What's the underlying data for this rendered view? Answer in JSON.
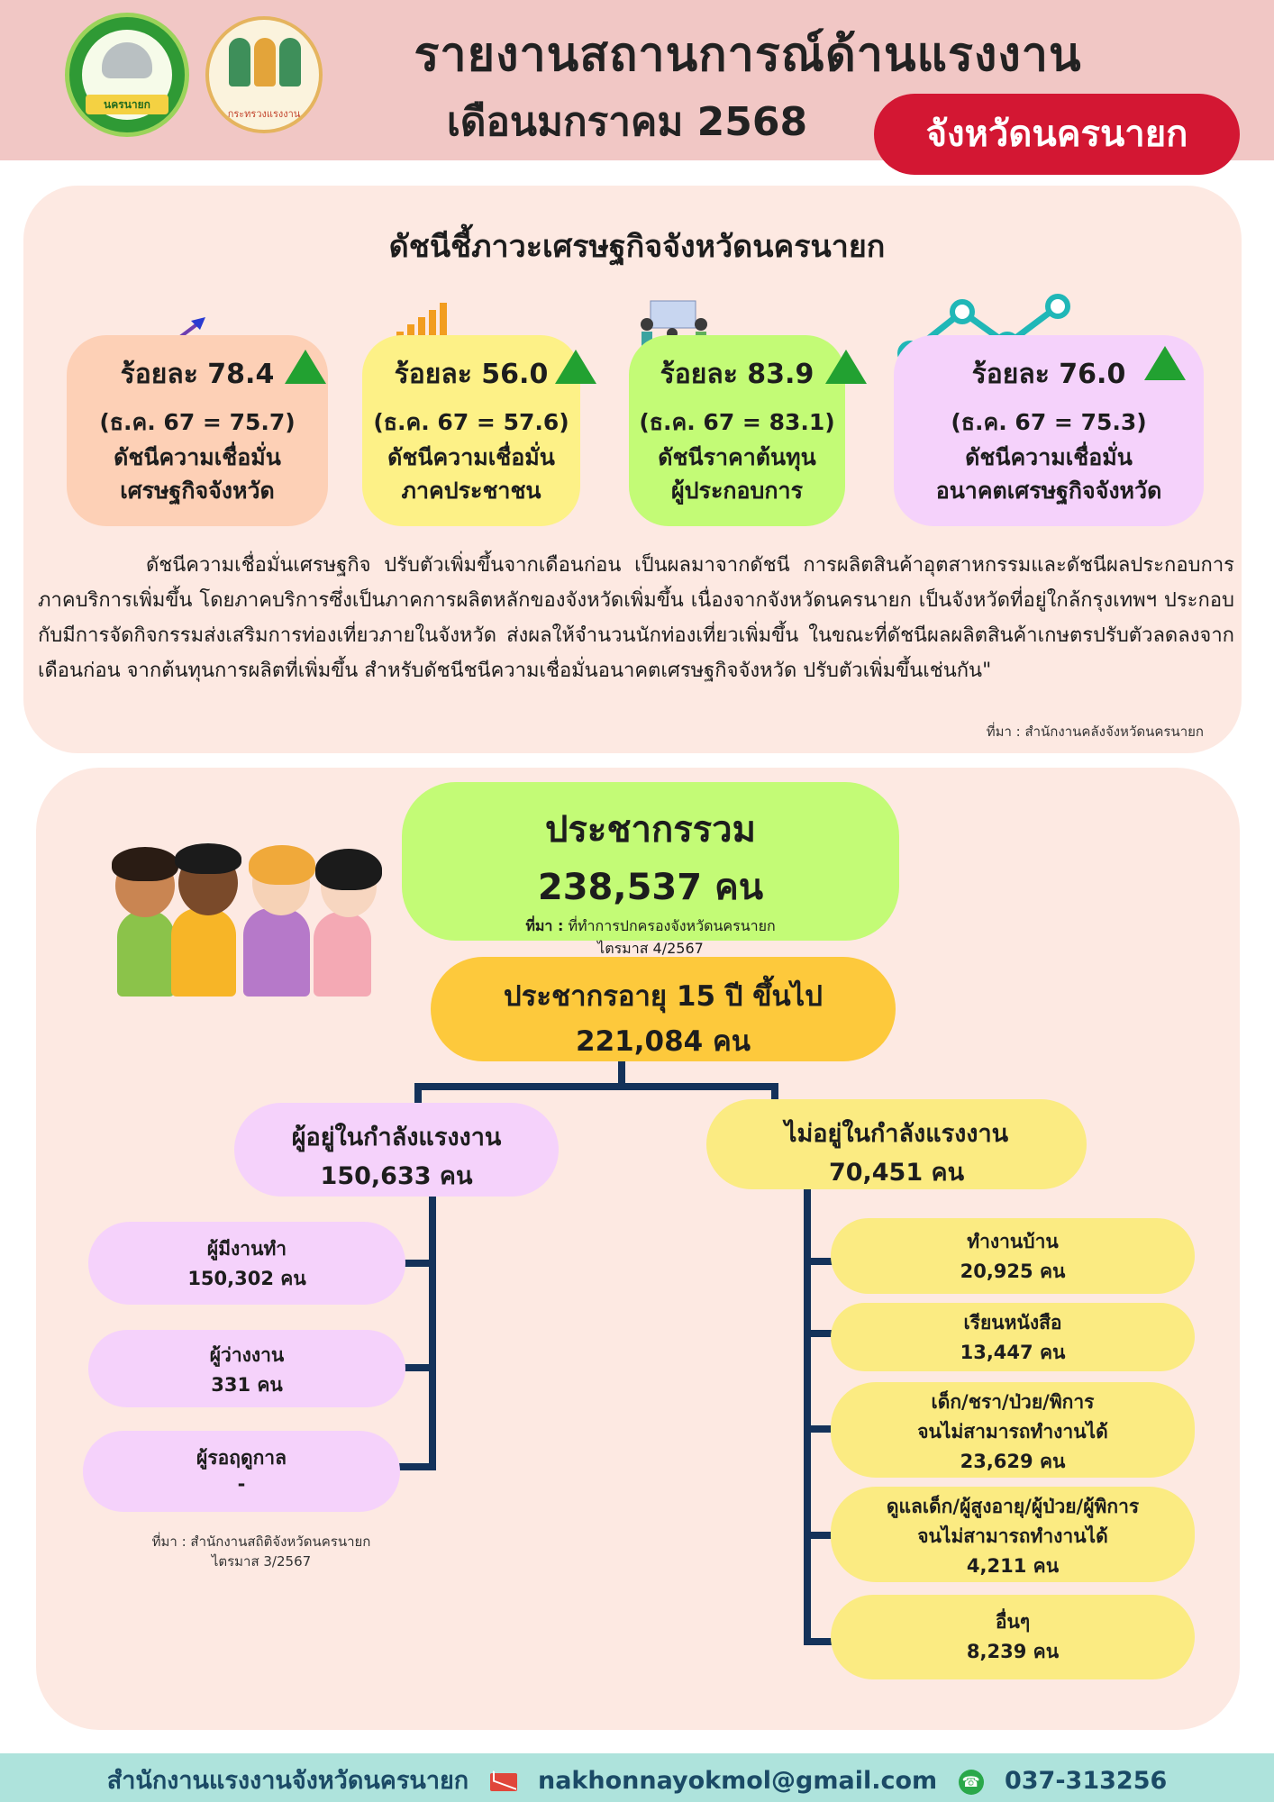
{
  "header": {
    "logo1_text": "นครนายก",
    "logo2_text": "กระทรวงแรงงาน",
    "title": "รายงานสถานการณ์ด้านแรงงาน",
    "month": "เดือนมกราคม 2568",
    "province": "จังหวัดนครนายก"
  },
  "economy": {
    "title": "ดัชนีชี้ภาวะเศรษฐกิจจังหวัดนครนายก",
    "cards": [
      {
        "pct": "ร้อยละ 78.4",
        "prev": "(ธ.ค. 67 = 75.7)",
        "label1": "ดัชนีความเชื่อมั่น",
        "label2": "เศรษฐกิจจังหวัด",
        "trend": "up",
        "color": "#fdd0b6"
      },
      {
        "pct": "ร้อยละ 56.0",
        "prev": "(ธ.ค. 67 = 57.6)",
        "label1": "ดัชนีความเชื่อมั่น",
        "label2": "ภาคประชาชน",
        "trend": "up",
        "color": "#fdf187"
      },
      {
        "pct": "ร้อยละ 83.9",
        "prev": "(ธ.ค. 67 = 83.1)",
        "label1": "ดัชนีราคาต้นทุน",
        "label2": "ผู้ประกอบการ",
        "trend": "up",
        "color": "#c3fb76"
      },
      {
        "pct": "ร้อยละ 76.0",
        "prev": "(ธ.ค. 67 = 75.3)",
        "label1": "ดัชนีความเชื่อมั่น",
        "label2": "อนาคตเศรษฐกิจจังหวัด",
        "trend": "up",
        "color": "#f5d2fb"
      }
    ],
    "paragraph": "ดัชนีความเชื่อมั่นเศรษฐกิจ ปรับตัวเพิ่มขึ้นจากเดือนก่อน เป็นผลมาจากดัชนี การผลิตสินค้าอุตสาหกรรมและดัชนีผลประกอบการภาคบริการเพิ่มขึ้น โดยภาคบริการซึ่งเป็นภาคการผลิตหลักของจังหวัดเพิ่มขึ้น เนื่องจากจังหวัดนครนายก เป็นจังหวัดที่อยู่ใกล้กรุงเทพฯ ประกอบกับมีการจัดกิจกรรมส่งเสริมการท่องเที่ยวภายในจังหวัด ส่งผลให้จำนวนนักท่องเที่ยวเพิ่มขึ้น ในขณะที่ดัชนีผลผลิตสินค้าเกษตรปรับตัวลดลงจากเดือนก่อน จากต้นทุนการผลิตที่เพิ่มขึ้น สำหรับดัชนีชนีความเชื่อมั่นอนาคตเศรษฐกิจจังหวัด ปรับตัวเพิ่มขึ้นเช่นกัน\"",
    "source": "ที่มา : สำนักงานคลังจังหวัดนครนายก"
  },
  "population": {
    "total_title": "ประชากรรวม",
    "total_value": "238,537 คน",
    "total_source_label": "ที่มา :",
    "total_source": "ที่ทำการปกครองจังหวัดนครนายก",
    "total_period": "ไตรมาส 4/2567",
    "age15_title": "ประชากรอายุ 15 ปี ขึ้นไป",
    "age15_value": "221,084 คน",
    "inlf_title": "ผู้อยู่ในกำลังแรงงาน",
    "inlf_value": "150,633 คน",
    "notlf_title": "ไม่อยู่ในกำลังแรงงาน",
    "notlf_value": "70,451 คน",
    "inlf_items": [
      {
        "label": "ผู้มีงานทำ",
        "value": "150,302 คน"
      },
      {
        "label": "ผู้ว่างงาน",
        "value": "331 คน"
      },
      {
        "label": "ผู้รอฤดูกาล",
        "value": "-"
      }
    ],
    "notlf_items": [
      {
        "label": "ทำงานบ้าน",
        "value": "20,925 คน"
      },
      {
        "label": "เรียนหนังสือ",
        "value": "13,447 คน"
      },
      {
        "label": "เด็ก/ชรา/ป่วย/พิการ",
        "label2": "จนไม่สามารถทำงานได้",
        "value": "23,629 คน"
      },
      {
        "label": "ดูแลเด็ก/ผู้สูงอายุ/ผู้ป่วย/ผู้พิการ",
        "label2": "จนไม่สามารถทำงานได้",
        "value": "4,211 คน"
      },
      {
        "label": "อื่นๆ",
        "value": "8,239 คน"
      }
    ],
    "source": "ที่มา : สำนักงานสถิติจังหวัดนครนายก",
    "source_period": "ไตรมาส 3/2567"
  },
  "footer": {
    "office": "สำนักงานแรงงานจังหวัดนครนายก",
    "email": "nakhonnayokmol@gmail.com",
    "phone": "037-313256"
  },
  "icons": [
    "mail-icon",
    "phone-icon",
    "trend-up-icon"
  ],
  "colors": {
    "header_bg": "#f1c7c5",
    "badge": "#d31733",
    "panel_bg": "#fde9e2",
    "footer_bg": "#aee3dc",
    "tree_line": "#14325a"
  }
}
